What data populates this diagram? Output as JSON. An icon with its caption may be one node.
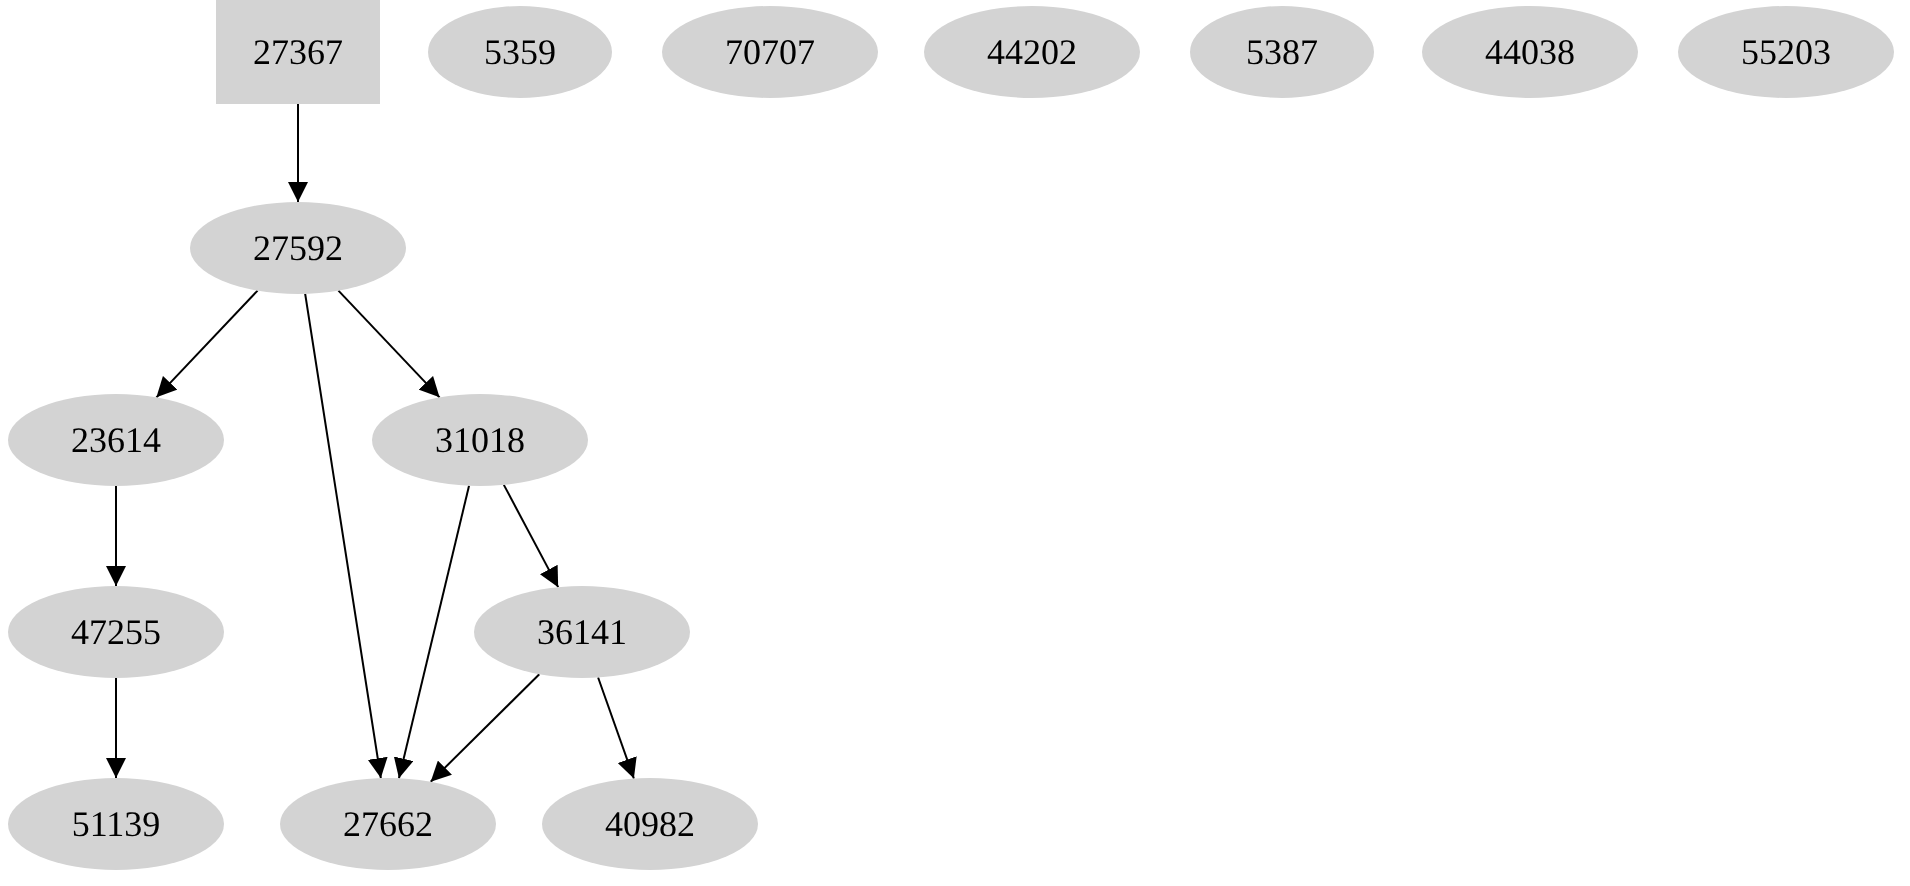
{
  "diagram": {
    "nodes": [
      {
        "text": [
          "27367"
        ]
      },
      {
        "text": [
          "5359"
        ]
      },
      {
        "text": [
          "70707"
        ]
      },
      {
        "text": [
          "44202"
        ]
      },
      {
        "text": [
          "5387"
        ]
      },
      {
        "text": [
          "44038"
        ]
      },
      {
        "text": [
          "55203"
        ]
      },
      {
        "text": [
          "27592"
        ]
      },
      {
        "text": [
          "23614"
        ]
      },
      {
        "text": [
          "31018"
        ]
      },
      {
        "text": [
          "47255"
        ]
      },
      {
        "text": [
          "36141"
        ]
      },
      {
        "text": [
          "51139"
        ]
      },
      {
        "text": [
          "27662"
        ]
      },
      {
        "text": [
          "40982"
        ]
      }
    ],
    "edges": [
      {
        "from": 0,
        "to": 7,
        "arrow": "to"
      },
      {
        "from": 7,
        "to": 8,
        "arrow": "to"
      },
      {
        "from": 7,
        "to": 13,
        "arrow": "to"
      },
      {
        "from": 7,
        "to": 9,
        "arrow": "to"
      },
      {
        "from": 8,
        "to": 10,
        "arrow": "to"
      },
      {
        "from": 9,
        "to": 13,
        "arrow": "to"
      },
      {
        "from": 9,
        "to": 11,
        "arrow": "to"
      },
      {
        "from": 10,
        "to": 12,
        "arrow": "to"
      },
      {
        "from": 11,
        "to": 13,
        "arrow": "to"
      },
      {
        "from": 11,
        "to": 14,
        "arrow": "to"
      }
    ]
  }
}
